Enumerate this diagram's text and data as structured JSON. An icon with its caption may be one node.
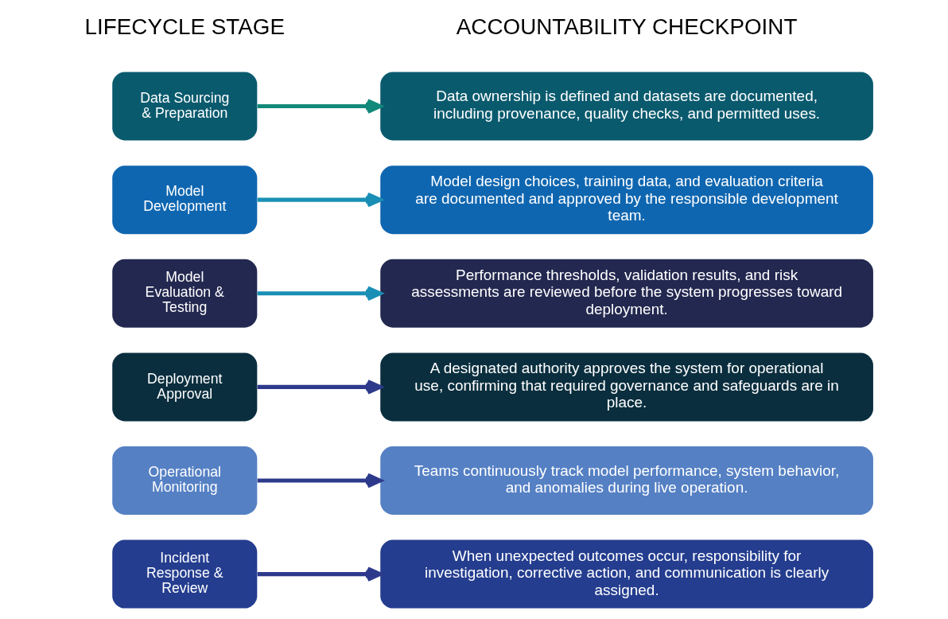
{
  "diagram": {
    "nodes": [
      {
        "text": [
          "Data Sourcing & Preparation"
        ]
      },
      {
        "text": [
          "Data ownership is defined and datasets are documented, including provenance, quality checks, and permitted uses."
        ]
      },
      {
        "text": [
          "Model Development"
        ]
      },
      {
        "text": [
          "Model design choices, training data, and evaluation criteria are documented and approved by the responsible development team."
        ]
      },
      {
        "text": [
          "Model Evaluation & Testing"
        ]
      },
      {
        "text": [
          "Performance thresholds, validation results, and risk assessments are reviewed before the system progresses toward deployment."
        ]
      },
      {
        "text": [
          "Deployment Approval"
        ]
      },
      {
        "text": [
          "A designated authority approves the system for operational use, confirming that required governance and safeguards are in place."
        ]
      },
      {
        "text": [
          "Operational Monitoring"
        ]
      },
      {
        "text": [
          "Teams continuously track model performance, system behavior, and anomalies during live operation."
        ]
      },
      {
        "text": [
          "Incident Response & Review"
        ]
      },
      {
        "text": [
          "When unexpected outcomes occur, responsibility for investigation, corrective action, and communication is clearly assigned."
        ]
      }
    ],
    "edges": [
      {
        "from": 0,
        "to": 1,
        "arrow": "to",
        "color": "#12897a"
      },
      {
        "from": 2,
        "to": 3,
        "arrow": "to",
        "color": "#1a8fb5"
      },
      {
        "from": 4,
        "to": 5,
        "arrow": "to",
        "color": "#1a8fb5"
      },
      {
        "from": 6,
        "to": 7,
        "arrow": "to"
      },
      {
        "from": 8,
        "to": 9,
        "arrow": "to"
      },
      {
        "from": 10,
        "to": 11,
        "arrow": "to"
      }
    ],
    "labels": [
      "LIFECYCLE STAGE",
      "ACCOUNTABILITY CHECKPOINT"
    ]
  }
}
